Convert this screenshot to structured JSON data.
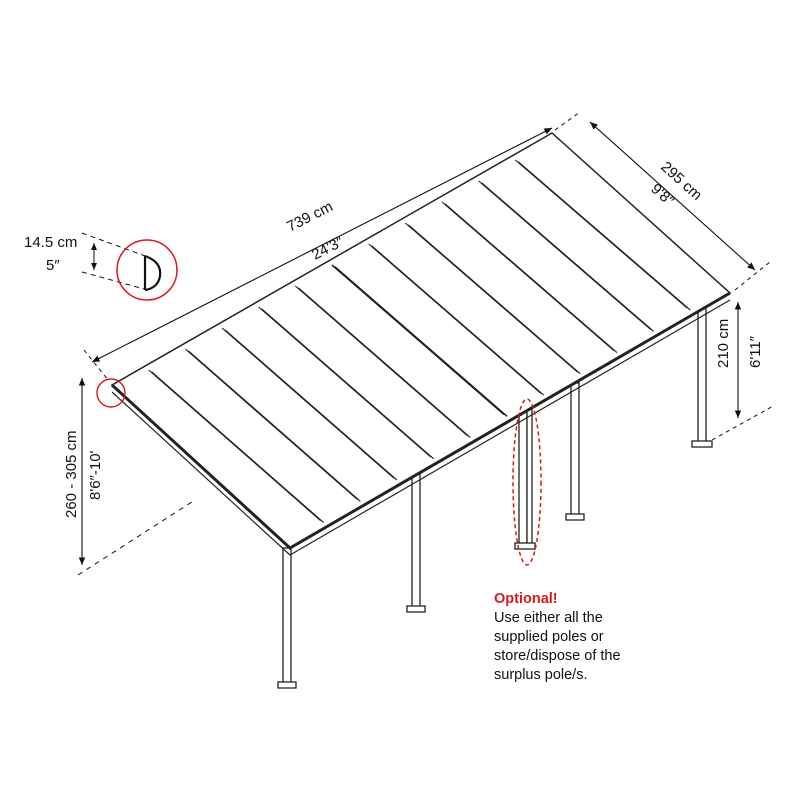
{
  "dimensions": {
    "length_cm": "739 cm",
    "length_ft": "24'3″",
    "width_cm": "295 cm",
    "width_ft": "9'8″",
    "back_height_cm": "210 cm",
    "back_height_ft": "6'11″",
    "front_height_cm": "260 - 305 cm",
    "front_height_ft": "8'6″-10'",
    "gutter_cm": "14.5 cm",
    "gutter_in": "5″"
  },
  "note": {
    "title": "Optional!",
    "lines": [
      "Use either all the",
      "supplied poles or",
      "store/dispose of the",
      "surplus pole/s."
    ]
  },
  "colors": {
    "accent": "#d71920",
    "line": "#222222"
  }
}
